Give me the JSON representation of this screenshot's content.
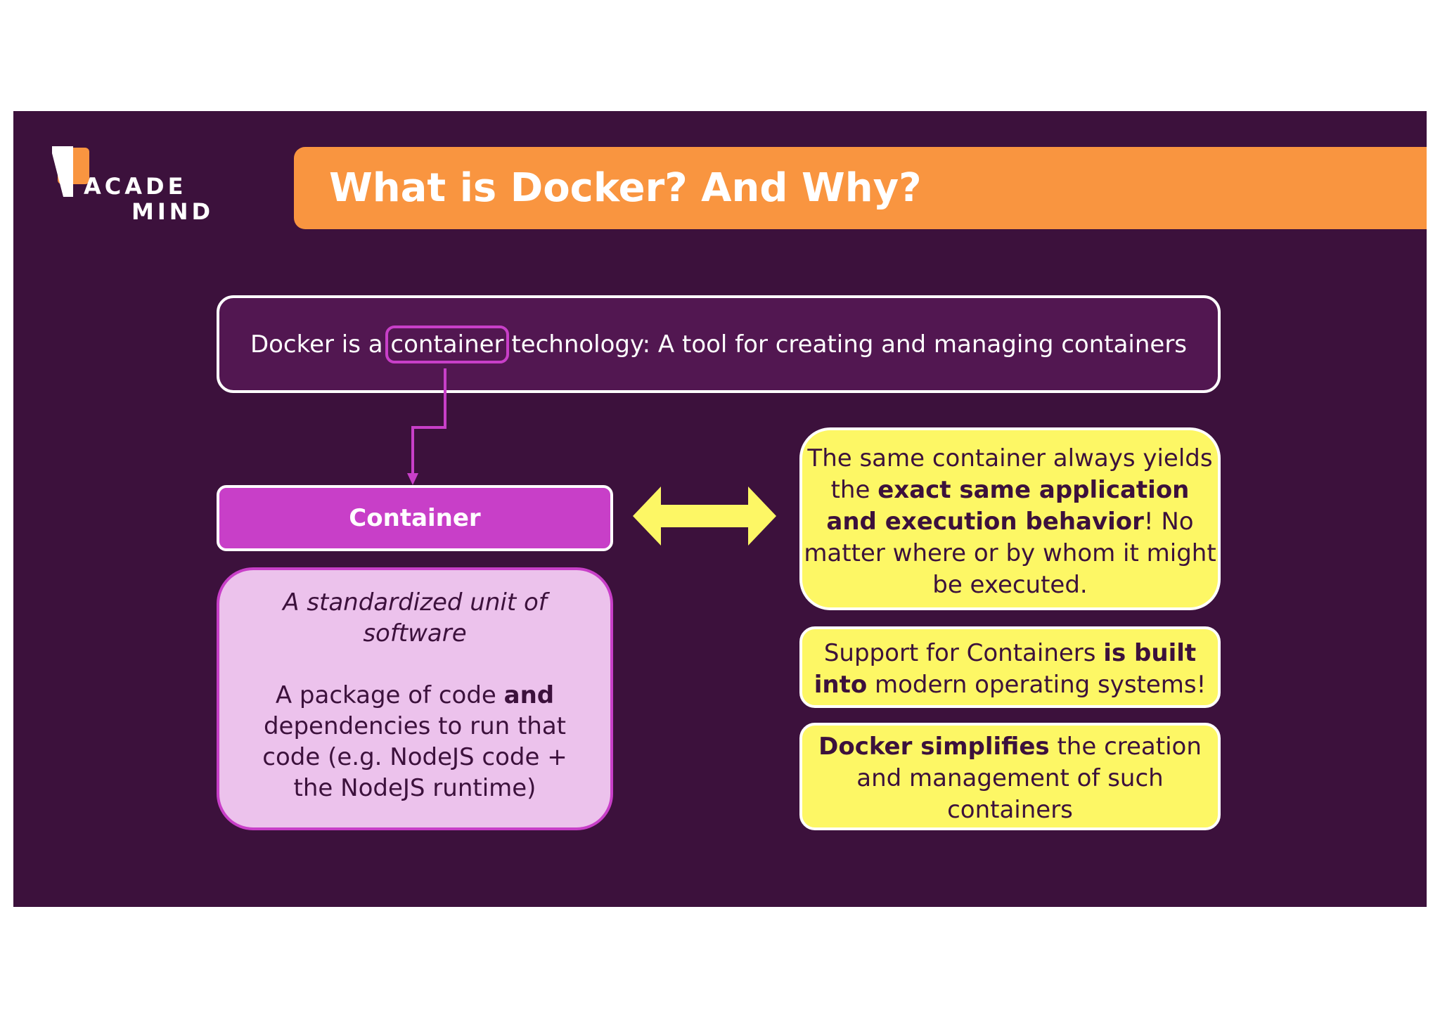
{
  "logo": {
    "line1": "ACADE",
    "line2": "MIND"
  },
  "title": "What is Docker? And Why?",
  "definition": {
    "before": "Docker is a ",
    "highlight": "container",
    "after": " technology: A tool for creating and managing containers"
  },
  "container_label": "Container",
  "container_desc": {
    "p1": "A standardized unit of software",
    "p2_before": "A package of code ",
    "p2_bold": "and",
    "p2_after": " dependencies to run that code (e.g. NodeJS code + the NodeJS runtime)"
  },
  "benefits": {
    "b1_before": "The same container always yields the ",
    "b1_bold": "exact same application and execution behavior",
    "b1_after": "! No matter where or by whom it might be executed.",
    "b2_before": "Support for Containers ",
    "b2_bold": "is built into",
    "b2_after": " modern operating systems!",
    "b3_bold": "Docker simplifies",
    "b3_after": " the creation and management of such containers"
  },
  "colors": {
    "background": "#3c113c",
    "title_bar": "#f99540",
    "magenta": "#c83fc8",
    "light_pink": "#ecc2ec",
    "yellow": "#fdf765"
  }
}
